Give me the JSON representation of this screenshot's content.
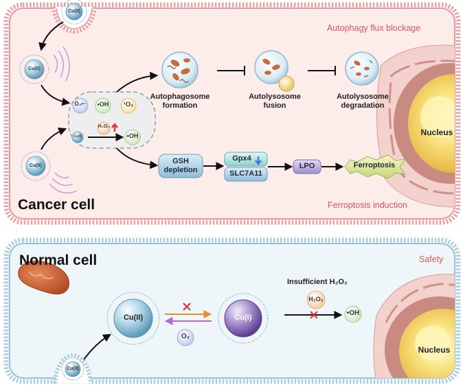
{
  "cancer_cell": {
    "title": "Cancer cell",
    "section_top": "Autophagy flux blockage",
    "section_bottom": "Ferroptosis induction",
    "ros": {
      "superoxide": "O₂•⁻",
      "hydroxyl": "•OH",
      "singlet": "¹O₂"
    },
    "h2o2": "H₂O₂",
    "hydroxyl_product": "•OH",
    "particle_cu2": "Cu(II)",
    "particle_cu1": "Cu(I)",
    "autophagy": {
      "step1": "Autophagosome\nformation",
      "step2": "Autolysosome\nfusion",
      "step3": "Autolysosome\ndegradation"
    },
    "ferroptosis": {
      "gsh": "GSH\ndepletion",
      "gpx4": "Gpx4",
      "slc": "SLC7A11",
      "lpo": "LPO",
      "result": "Ferroptosis"
    },
    "nucleus": "Nucleus"
  },
  "normal_cell": {
    "title": "Normal cell",
    "section": "Safety",
    "cu2": "Cu(II)",
    "cu1": "Cu(I)",
    "o2": "O₂",
    "insufficient": "Insufficient H₂O₂",
    "h2o2": "H₂O₂",
    "hydroxyl": "•OH",
    "nucleus": "Nucleus"
  },
  "colors": {
    "cancer_border": "#e8a2a4",
    "cancer_fill": "#fcecea",
    "normal_border": "#a7cfe0",
    "normal_fill": "#eef6fa",
    "label_red": "#d9585f"
  }
}
